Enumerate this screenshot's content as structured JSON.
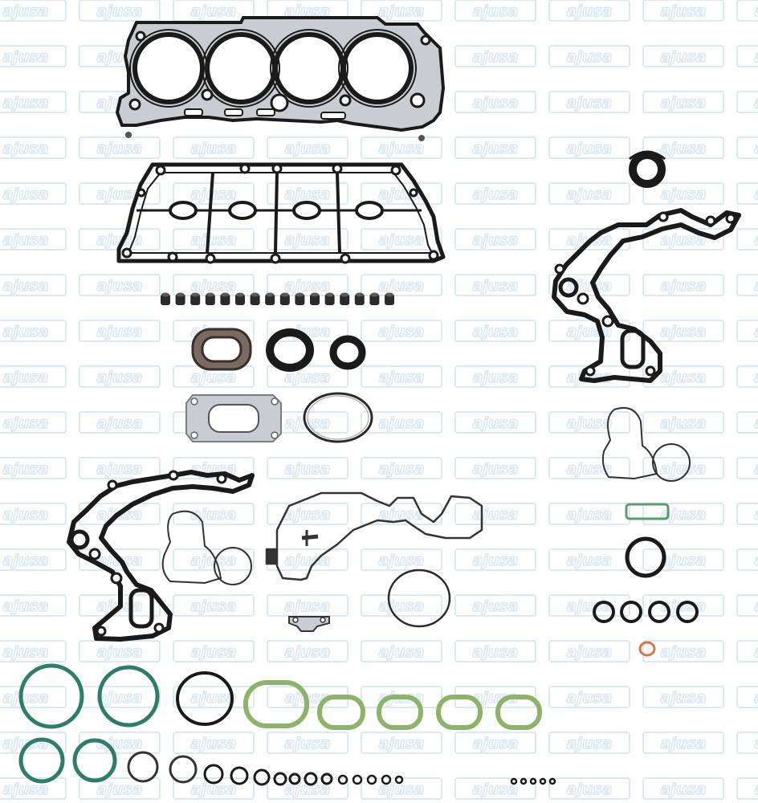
{
  "watermark": {
    "brand_text": "ajusa",
    "color": "#dbe8f2"
  },
  "colors": {
    "background": "#ffffff",
    "gasket_black": "#1a1a1a",
    "gasket_dark": "#2a2a2a",
    "metal": "#c9cdd2",
    "seal_brown": "#7a6a62",
    "oring_green": "#2e7d6b",
    "oring_lightgreen": "#8db36a",
    "copper": "#d47a4a"
  },
  "parts": [
    "head-gasket",
    "valve-cover-gasket",
    "valve-stem-seals",
    "crankshaft-seal",
    "camshaft-seals",
    "exhaust-gasket",
    "timing-cover-gasket",
    "oil-pump-gasket",
    "intake-manifold-gasket",
    "o-rings",
    "copper-washer"
  ]
}
